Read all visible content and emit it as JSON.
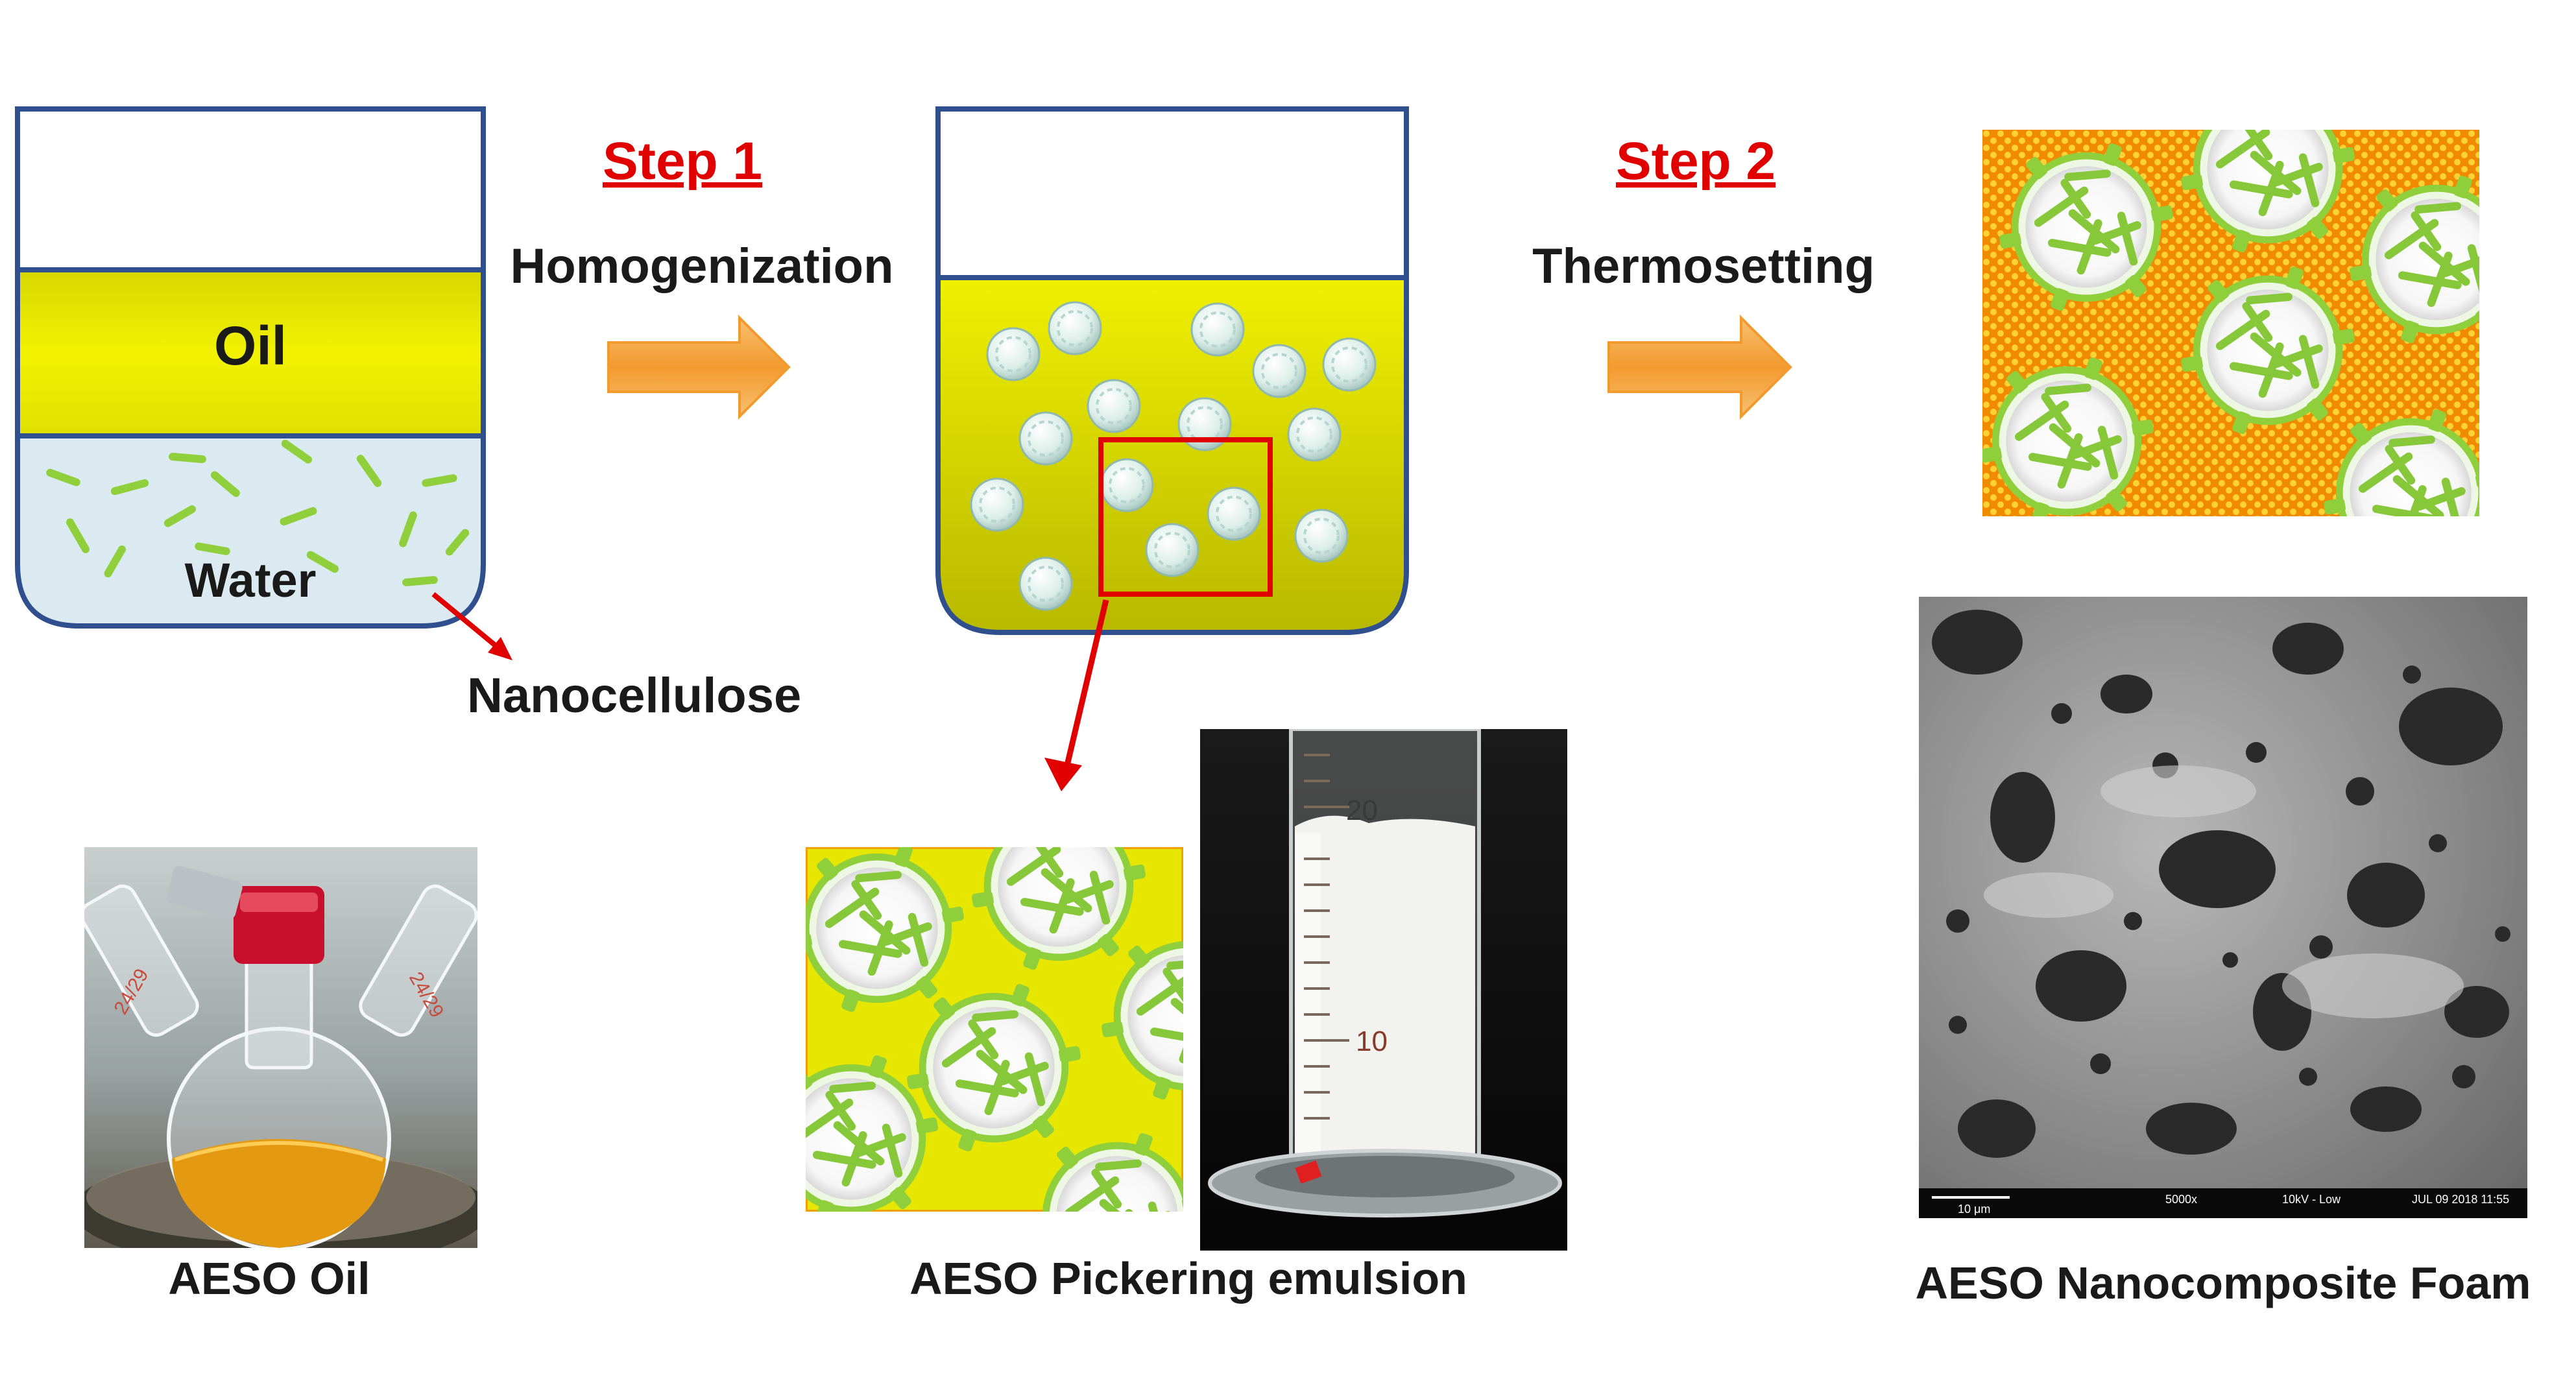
{
  "labels": {
    "step1": "Step 1",
    "homogenization": "Homogenization",
    "step2": "Step 2",
    "thermosetting": "Thermosetting",
    "oil": "Oil",
    "water": "Water",
    "nanocellulose": "Nanocellulose",
    "aeso_oil": "AESO Oil",
    "aeso_pickering": "AESO Pickering  emulsion",
    "aeso_foam": "AESO Nanocomposite  Foam",
    "cyl_20": "20",
    "cyl_10": "10",
    "flask_joint_left": "24/29",
    "flask_joint_right": "24/29",
    "sem_scale": "10 μm",
    "sem_info_1": "5000x",
    "sem_info_2": "10kV - Low",
    "sem_info_3": "JUL 09 2018 11:55"
  },
  "colors": {
    "beaker_outline": "#2f4f8f",
    "oil_yellow": "#e6e600",
    "water_blue": "#dbeaf0",
    "nano_green": "#8fcf3c",
    "arrow_orange": "#f4a23a",
    "step_red": "#e00000",
    "foam_orange": "#f08a00"
  }
}
